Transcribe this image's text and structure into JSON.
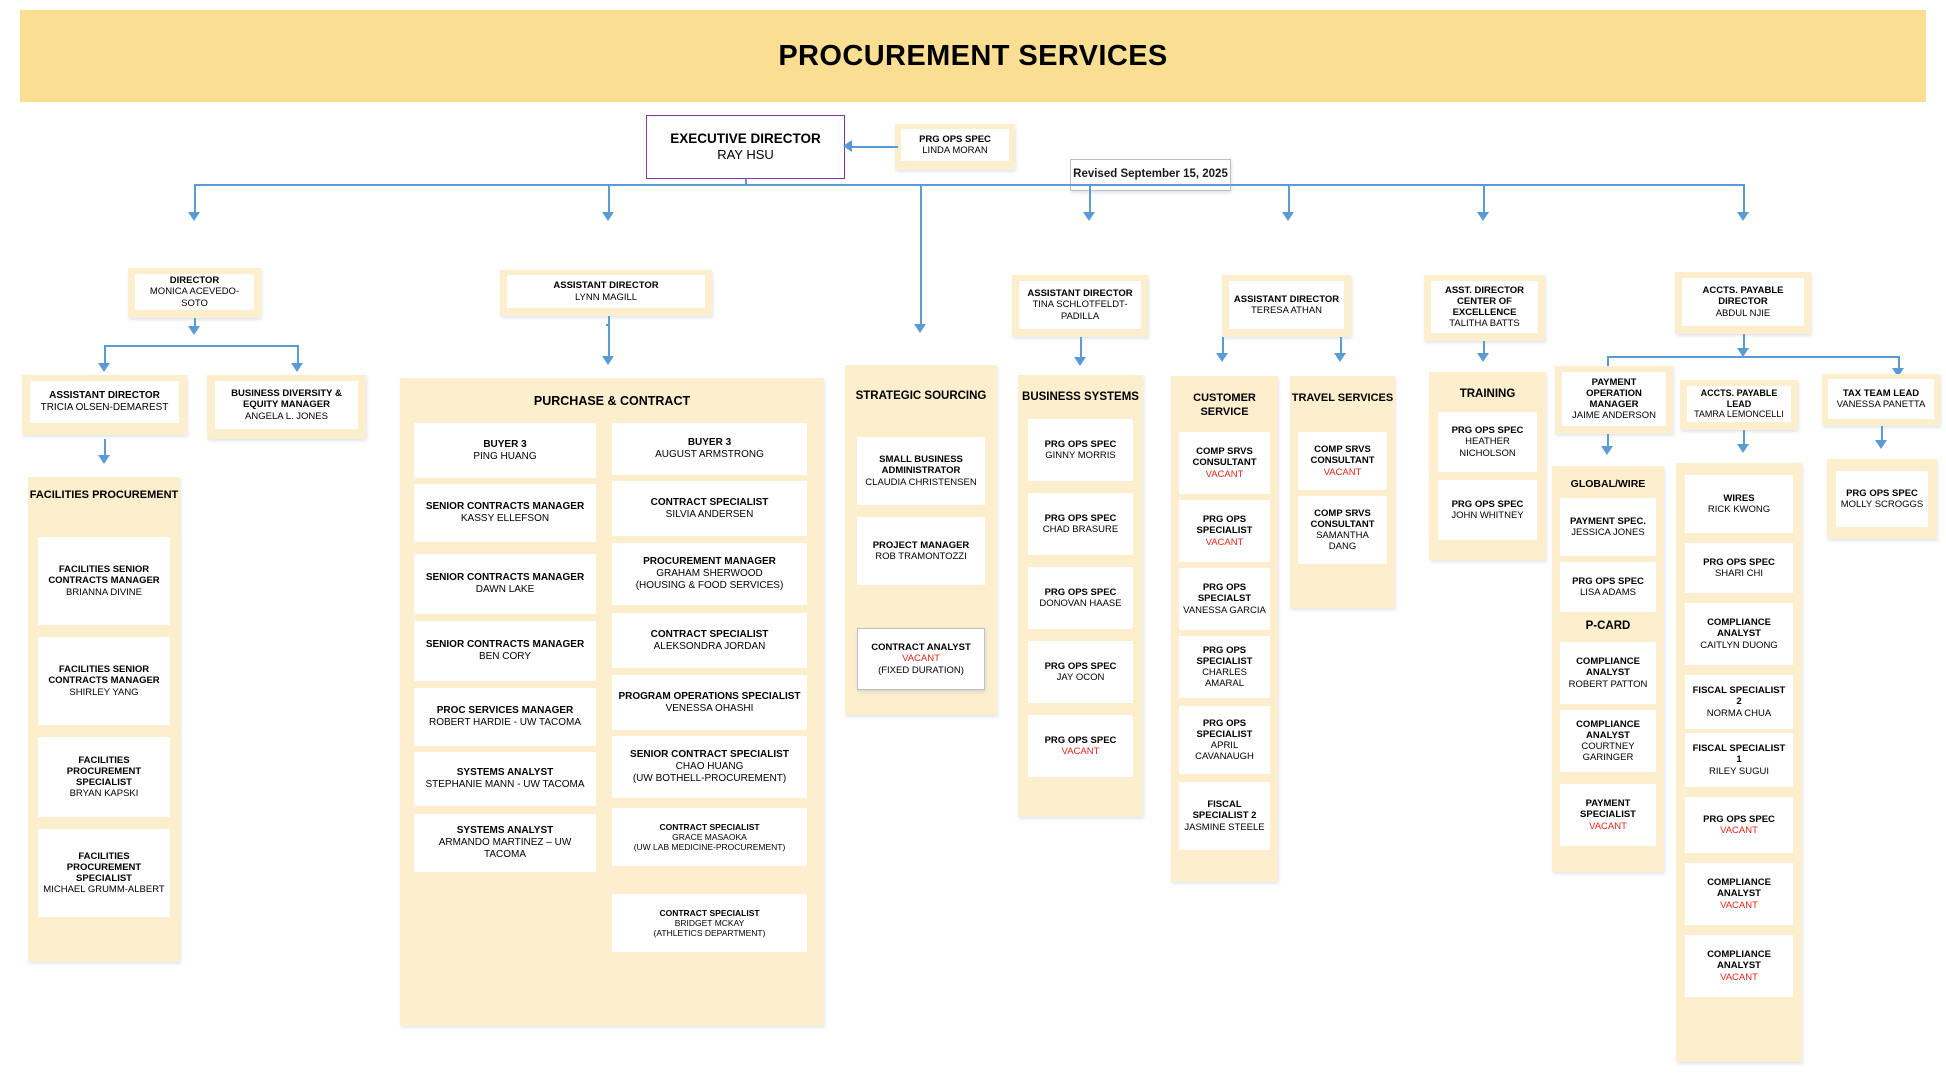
{
  "banner": {
    "title": "PROCUREMENT SERVICES"
  },
  "revised": {
    "label": "Revised September 15, 2025"
  },
  "executive": {
    "title": "EXECUTIVE DIRECTOR",
    "name": "RAY HSU"
  },
  "exec_assistant": {
    "title": "PRG OPS SPEC",
    "name": "LINDA MORAN"
  },
  "colors": {
    "banner_bg": "#fadf93",
    "group_bg": "#fdeecd",
    "card_bg": "#ffffff",
    "connector": "#5b9bd5",
    "exec_border": "#7d3c98",
    "vacant_text": "#e8261a"
  },
  "directors": {
    "monica": {
      "title": "DIRECTOR",
      "name": "MONICA ACEVEDO-SOTO"
    },
    "lynn": {
      "title": "ASSISTANT DIRECTOR",
      "name": "LYNN MAGILL"
    },
    "tina": {
      "title": "ASSISTANT DIRECTOR",
      "name": "TINA SCHLOTFELDT-PADILLA"
    },
    "teresa": {
      "title": "ASSISTANT DIRECTOR",
      "name": "TERESA ATHAN"
    },
    "talitha": {
      "title": "ASST. DIRECTOR CENTER OF EXCELLENCE",
      "name": "TALITHA BATTS"
    },
    "abdul": {
      "title": "ACCTS. PAYABLE DIRECTOR",
      "name": "ABDUL NJIE"
    },
    "tricia": {
      "title": "ASSISTANT DIRECTOR",
      "name": "TRICIA OLSEN-DEMAREST"
    },
    "angela": {
      "title": "BUSINESS DIVERSITY & EQUITY MANAGER",
      "name": "ANGELA L. JONES"
    }
  },
  "facilities": {
    "header": "FACILITIES PROCUREMENT",
    "cards": [
      {
        "title": "FACILITIES SENIOR CONTRACTS MANAGER",
        "name": "BRIANNA DIVINE",
        "vacant": false
      },
      {
        "title": "FACILITIES SENIOR CONTRACTS MANAGER",
        "name": "SHIRLEY YANG",
        "vacant": false
      },
      {
        "title": "FACILITIES PROCUREMENT SPECIALIST",
        "name": "BRYAN KAPSKI",
        "vacant": false
      },
      {
        "title": "FACILITIES PROCUREMENT SPECIALIST",
        "name": "MICHAEL GRUMM-ALBERT",
        "vacant": false
      }
    ]
  },
  "purchase_contract": {
    "header": "PURCHASE & CONTRACT",
    "left_column": [
      {
        "title": "BUYER 3",
        "name": "PING HUANG"
      },
      {
        "title": "SENIOR CONTRACTS MANAGER",
        "name": "KASSY ELLEFSON"
      },
      {
        "title": "SENIOR CONTRACTS MANAGER",
        "name": "DAWN LAKE"
      },
      {
        "title": "SENIOR CONTRACTS MANAGER",
        "name": "BEN CORY"
      },
      {
        "title": "PROC SERVICES MANAGER",
        "name": "ROBERT HARDIE - UW TACOMA"
      },
      {
        "title": "SYSTEMS ANALYST",
        "name": "STEPHANIE MANN - UW TACOMA"
      },
      {
        "title": "SYSTEMS ANALYST",
        "name": "ARMANDO MARTINEZ – UW TACOMA"
      }
    ],
    "right_column": [
      {
        "title": "BUYER 3",
        "name": "AUGUST ARMSTRONG",
        "note": ""
      },
      {
        "title": "CONTRACT SPECIALIST",
        "name": "SILVIA ANDERSEN",
        "note": ""
      },
      {
        "title": "PROCUREMENT MANAGER",
        "name": "GRAHAM SHERWOOD",
        "note": "(HOUSING & FOOD SERVICES)"
      },
      {
        "title": "CONTRACT SPECIALIST",
        "name": "ALEKSONDRA JORDAN",
        "note": ""
      },
      {
        "title": "PROGRAM OPERATIONS SPECIALIST",
        "name": "VENESSA OHASHI",
        "note": ""
      },
      {
        "title": "SENIOR CONTRACT SPECIALIST",
        "name": "CHAO HUANG",
        "note": "(UW BOTHELL-PROCUREMENT)"
      },
      {
        "title": "CONTRACT SPECIALIST",
        "name": "GRACE MASAOKA",
        "note": "(UW LAB MEDICINE-PROCUREMENT)"
      },
      {
        "title": "CONTRACT SPECIALIST",
        "name": "BRIDGET MCKAY",
        "note": "(ATHLETICS DEPARTMENT)"
      }
    ]
  },
  "strategic_sourcing": {
    "header": "STRATEGIC SOURCING",
    "cards": [
      {
        "title": "SMALL BUSINESS ADMINISTRATOR",
        "name": "CLAUDIA CHRISTENSEN",
        "note": "",
        "vacant": false
      },
      {
        "title": "PROJECT MANAGER",
        "name": "ROB TRAMONTOZZI",
        "note": "",
        "vacant": false
      }
    ],
    "outside_card": {
      "title": "CONTRACT ANALYST",
      "name": "VACANT",
      "note": "(FIXED DURATION)",
      "vacant": true
    }
  },
  "business_systems": {
    "header": "BUSINESS SYSTEMS",
    "cards": [
      {
        "title": "PRG OPS SPEC",
        "name": "GINNY MORRIS",
        "vacant": false
      },
      {
        "title": "PRG OPS SPEC",
        "name": "CHAD BRASURE",
        "vacant": false
      },
      {
        "title": "PRG OPS SPEC",
        "name": "DONOVAN HAASE",
        "vacant": false
      },
      {
        "title": "PRG OPS SPEC",
        "name": "JAY OCON",
        "vacant": false
      },
      {
        "title": "PRG OPS SPEC",
        "name": "VACANT",
        "vacant": true
      }
    ]
  },
  "customer_service": {
    "header": "CUSTOMER SERVICE",
    "cards": [
      {
        "title": "COMP SRVS CONSULTANT",
        "name": "VACANT",
        "vacant": true
      },
      {
        "title": "PRG OPS SPECIALIST",
        "name": "VACANT",
        "vacant": true
      },
      {
        "title": "PRG OPS SPECIALST",
        "name": "VANESSA GARCIA",
        "vacant": false
      },
      {
        "title": "PRG OPS SPECIALIST",
        "name": "CHARLES AMARAL",
        "vacant": false
      },
      {
        "title": "PRG OPS SPECIALIST",
        "name": "APRIL CAVANAUGH",
        "vacant": false
      },
      {
        "title": "FISCAL SPECIALIST 2",
        "name": "JASMINE STEELE",
        "vacant": false
      }
    ]
  },
  "travel_services": {
    "header": "TRAVEL SERVICES",
    "cards": [
      {
        "title": "COMP SRVS CONSULTANT",
        "name": "VACANT",
        "vacant": true
      },
      {
        "title": "COMP SRVS CONSULTANT",
        "name": "SAMANTHA DANG",
        "vacant": false
      }
    ]
  },
  "training": {
    "header": "TRAINING",
    "cards": [
      {
        "title": "PRG OPS SPEC",
        "name": "HEATHER NICHOLSON",
        "vacant": false
      },
      {
        "title": "PRG OPS SPEC",
        "name": "JOHN WHITNEY",
        "vacant": false
      }
    ]
  },
  "payment_operations": {
    "manager": {
      "title": "PAYMENT OPERATION MANAGER",
      "name": "JAIME ANDERSON"
    },
    "global_wire": {
      "header": "GLOBAL/WIRE",
      "cards": [
        {
          "title": "PAYMENT SPEC.",
          "name": "JESSICA JONES",
          "vacant": false
        },
        {
          "title": "PRG OPS SPEC",
          "name": "LISA ADAMS",
          "vacant": false
        }
      ]
    },
    "pcard": {
      "header": "P-CARD",
      "cards": [
        {
          "title": "COMPLIANCE ANALYST",
          "name": "ROBERT PATTON",
          "vacant": false
        },
        {
          "title": "COMPLIANCE ANALYST",
          "name": "COURTNEY GARINGER",
          "vacant": false
        },
        {
          "title": "PAYMENT SPECIALIST",
          "name": "VACANT",
          "vacant": true
        }
      ]
    }
  },
  "accounts_payable": {
    "lead": {
      "title": "ACCTS. PAYABLE LEAD",
      "name": "TAMRA LEMONCELLI"
    },
    "wires": {
      "cards": [
        {
          "title": "WIRES",
          "name": "RICK KWONG",
          "vacant": false
        },
        {
          "title": "PRG OPS SPEC",
          "name": "SHARI CHI",
          "vacant": false
        },
        {
          "title": "COMPLIANCE ANALYST",
          "name": "CAITLYN DUONG",
          "vacant": false
        },
        {
          "title": "FISCAL SPECIALIST 2",
          "name": "NORMA CHUA",
          "vacant": false
        },
        {
          "title": "FISCAL SPECIALIST 1",
          "name": "RILEY SUGUI",
          "vacant": false
        },
        {
          "title": "PRG OPS SPEC",
          "name": "VACANT",
          "vacant": true
        },
        {
          "title": "COMPLIANCE ANALYST",
          "name": "VACANT",
          "vacant": true
        },
        {
          "title": "COMPLIANCE ANALYST",
          "name": "VACANT",
          "vacant": true
        }
      ]
    }
  },
  "tax_team": {
    "lead": {
      "title": "TAX TEAM LEAD",
      "name": "VANESSA PANETTA"
    },
    "cards": [
      {
        "title": "PRG OPS SPEC",
        "name": "MOLLY SCROGGS",
        "vacant": false
      }
    ]
  }
}
